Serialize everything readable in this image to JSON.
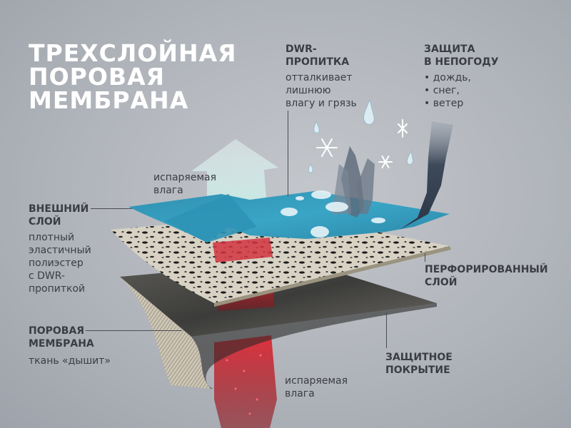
{
  "title": {
    "lines": [
      "ТРЕХСЛОЙНАЯ",
      "ПОРОВАЯ",
      "МЕМБРАНА"
    ]
  },
  "labels": {
    "dwr": {
      "heading": [
        "DWR-",
        "ПРОПИТКА"
      ],
      "text": [
        "отталкивает",
        "лишнюю",
        "влагу и грязь"
      ]
    },
    "weather": {
      "heading": [
        "ЗАЩИТА",
        "В НЕПОГОДУ"
      ],
      "items": [
        "• дождь,",
        "• снег,",
        "• ветер"
      ]
    },
    "outer_layer": {
      "heading": [
        "ВНЕШНИЙ",
        "СЛОЙ"
      ],
      "text": [
        "плотный",
        "эластичный",
        "полиэстер",
        "с DWR-",
        "пропиткой"
      ]
    },
    "pore_membrane": {
      "heading": [
        "ПОРОВАЯ",
        "МЕМБРАНА"
      ],
      "text": [
        "ткань «дышит»"
      ]
    },
    "perforated_layer": {
      "heading": [
        "ПЕРФОРИРОВАННЫЙ",
        "СЛОЙ"
      ]
    },
    "protective_coating": {
      "heading": [
        "ЗАЩИТНОЕ",
        "ПОКРЫТИЕ"
      ]
    },
    "vapor_top": {
      "text": [
        "испаряемая",
        "влага"
      ]
    },
    "vapor_bottom": {
      "text": [
        "испаряемая",
        "влага"
      ]
    }
  },
  "colors": {
    "background": "#b4b8be",
    "outer_layer": "#3a9fbf",
    "perforated_layer": "#cfc9bd",
    "membrane_layer": "#8c8a82",
    "vapor_red": "#c8202c",
    "vapor_mint": "#cfeee9",
    "wind": "#4d5a6a",
    "text": "#3a3d42",
    "title": "#ffffff"
  }
}
